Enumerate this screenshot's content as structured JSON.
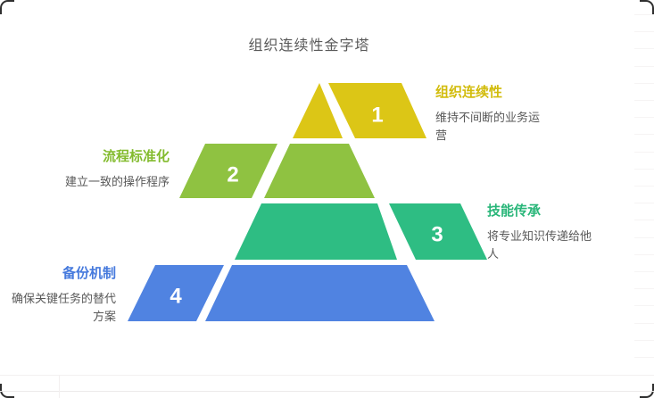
{
  "title": "组织连续性金字塔",
  "canvas": {
    "background": "#ffffff",
    "title_color": "#595959",
    "desc_color": "#595959",
    "number_color": "#ffffff",
    "corner_border_color": "#2f2f2f"
  },
  "layers": [
    {
      "num": "1",
      "name": "组织连续性",
      "desc": "维持不间断的业务运营",
      "color": "#dcc616",
      "label_color": "#d2bc0c",
      "side": "right"
    },
    {
      "num": "2",
      "name": "流程标准化",
      "desc": "建立一致的操作程序",
      "color": "#8fc241",
      "label_color": "#83bb2e",
      "side": "left"
    },
    {
      "num": "3",
      "name": "技能传承",
      "desc": "将专业知识传递给他人",
      "color": "#2ebd83",
      "label_color": "#29b679",
      "side": "right"
    },
    {
      "num": "4",
      "name": "备份机制",
      "desc": "确保关键任务的替代方案",
      "color": "#5083e1",
      "label_color": "#467add",
      "side": "left"
    }
  ]
}
